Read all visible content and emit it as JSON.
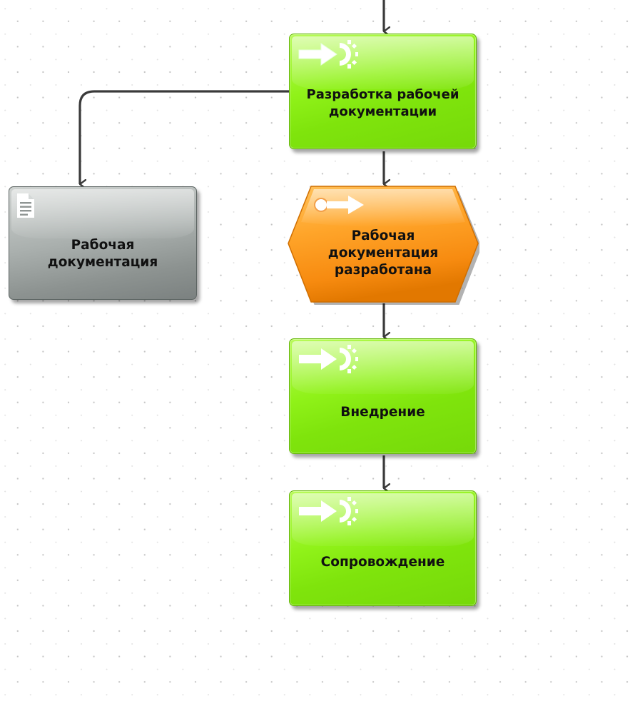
{
  "diagram": {
    "nodes": [
      {
        "id": "n1",
        "type": "function",
        "label": "Разработка рабочей документации",
        "icon": "function-arrow-gear-icon"
      },
      {
        "id": "n2",
        "type": "document",
        "label": "Рабочая документация",
        "icon": "document-icon"
      },
      {
        "id": "n3",
        "type": "event",
        "label": "Рабочая документация разработана",
        "icon": "event-arrow-icon"
      },
      {
        "id": "n4",
        "type": "function",
        "label": "Внедрение",
        "icon": "function-arrow-gear-icon"
      },
      {
        "id": "n5",
        "type": "function",
        "label": "Сопровождение",
        "icon": "function-arrow-gear-icon"
      }
    ],
    "edges": [
      {
        "from": "top",
        "to": "n1"
      },
      {
        "from": "n1",
        "to": "n2"
      },
      {
        "from": "n1",
        "to": "n3"
      },
      {
        "from": "n3",
        "to": "n4"
      },
      {
        "from": "n4",
        "to": "n5"
      }
    ],
    "colors": {
      "function": "#8bef16",
      "event": "#fd9d1e",
      "document": "#a3a9a7",
      "connector": "#3a3a3a"
    }
  }
}
